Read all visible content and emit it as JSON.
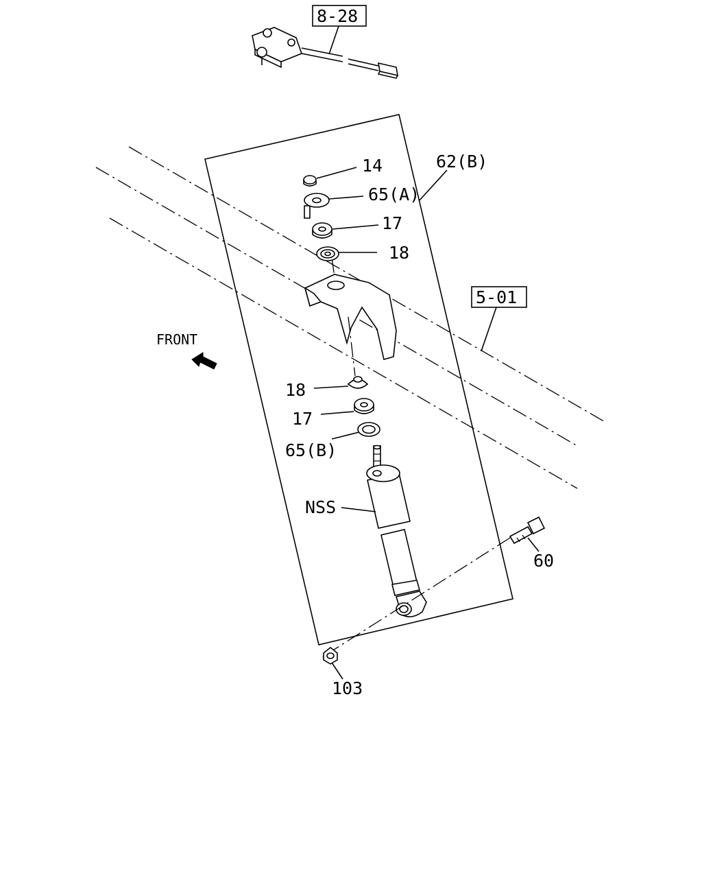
{
  "direction_label": "FRONT",
  "references": [
    {
      "id": "ref-8-28",
      "text": "8-28"
    },
    {
      "id": "ref-5-01",
      "text": "5-01"
    }
  ],
  "callouts": {
    "c14": "14",
    "c65a": "65(A)",
    "c62b": "62(B)",
    "c17_top": "17",
    "c18_top": "18",
    "c18_bottom": "18",
    "c17_bottom": "17",
    "c65b": "65(B)",
    "cnss": "NSS",
    "c60": "60",
    "c103": "103"
  },
  "icons": {
    "front_arrow": "arrow-icon",
    "sensor": "height-sensor-icon"
  }
}
